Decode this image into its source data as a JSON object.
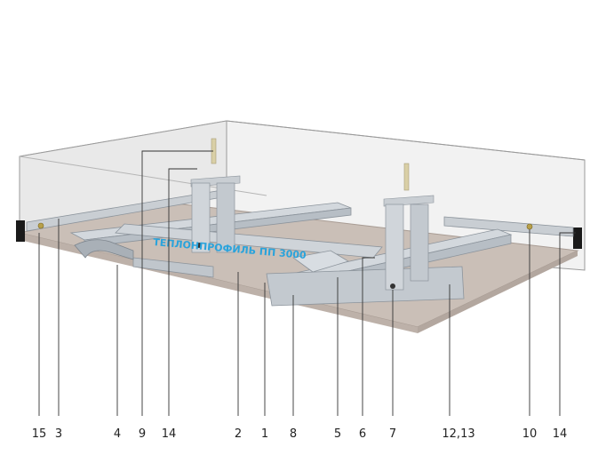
{
  "diagram": {
    "brand_text": "ТЕПЛОНПРОФИЛЬ ПП 3000",
    "brand_color": "#29a3dc",
    "colors": {
      "wall_glass": "#ececec",
      "wall_edge": "#9a9a9a",
      "board": "#c8bdb5",
      "board_edge": "#a89c94",
      "metal": "#c9ced3",
      "metal_dark": "#8c949c",
      "seal": "#1a1a1a",
      "leader": "#333333"
    },
    "callouts": [
      {
        "id": "15",
        "label": "15"
      },
      {
        "id": "3",
        "label": "3"
      },
      {
        "id": "4",
        "label": "4"
      },
      {
        "id": "9",
        "label": "9"
      },
      {
        "id": "14a",
        "label": "14"
      },
      {
        "id": "2",
        "label": "2"
      },
      {
        "id": "1",
        "label": "1"
      },
      {
        "id": "8",
        "label": "8"
      },
      {
        "id": "5",
        "label": "5"
      },
      {
        "id": "6",
        "label": "6"
      },
      {
        "id": "7",
        "label": "7"
      },
      {
        "id": "12_13",
        "label": "12,13"
      },
      {
        "id": "10",
        "label": "10"
      },
      {
        "id": "14b",
        "label": "14"
      }
    ]
  }
}
